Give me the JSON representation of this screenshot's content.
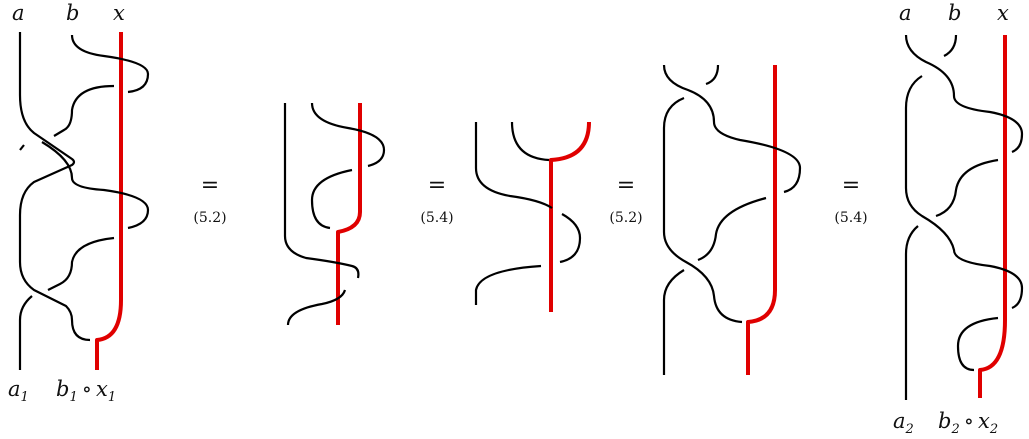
{
  "colors": {
    "strand": "#000000",
    "highlight": "#e00000"
  },
  "diagram1": {
    "top": {
      "a": "a",
      "b": "b",
      "x": "x"
    },
    "bottom": {
      "a": "a",
      "a_sub": "1",
      "b": "b",
      "b_sub": "1",
      "op": "∘",
      "x": "x",
      "x_sub": "1"
    }
  },
  "equations": [
    {
      "sign": "=",
      "ref": "(5.2)"
    },
    {
      "sign": "=",
      "ref": "(5.4)"
    },
    {
      "sign": "=",
      "ref": "(5.2)"
    },
    {
      "sign": "=",
      "ref": "(5.4)"
    }
  ],
  "diagram5": {
    "top": {
      "a": "a",
      "b": "b",
      "x": "x"
    },
    "bottom": {
      "a": "a",
      "a_sub": "2",
      "b": "b",
      "b_sub": "2",
      "op": "∘",
      "x": "x",
      "x_sub": "2"
    }
  }
}
